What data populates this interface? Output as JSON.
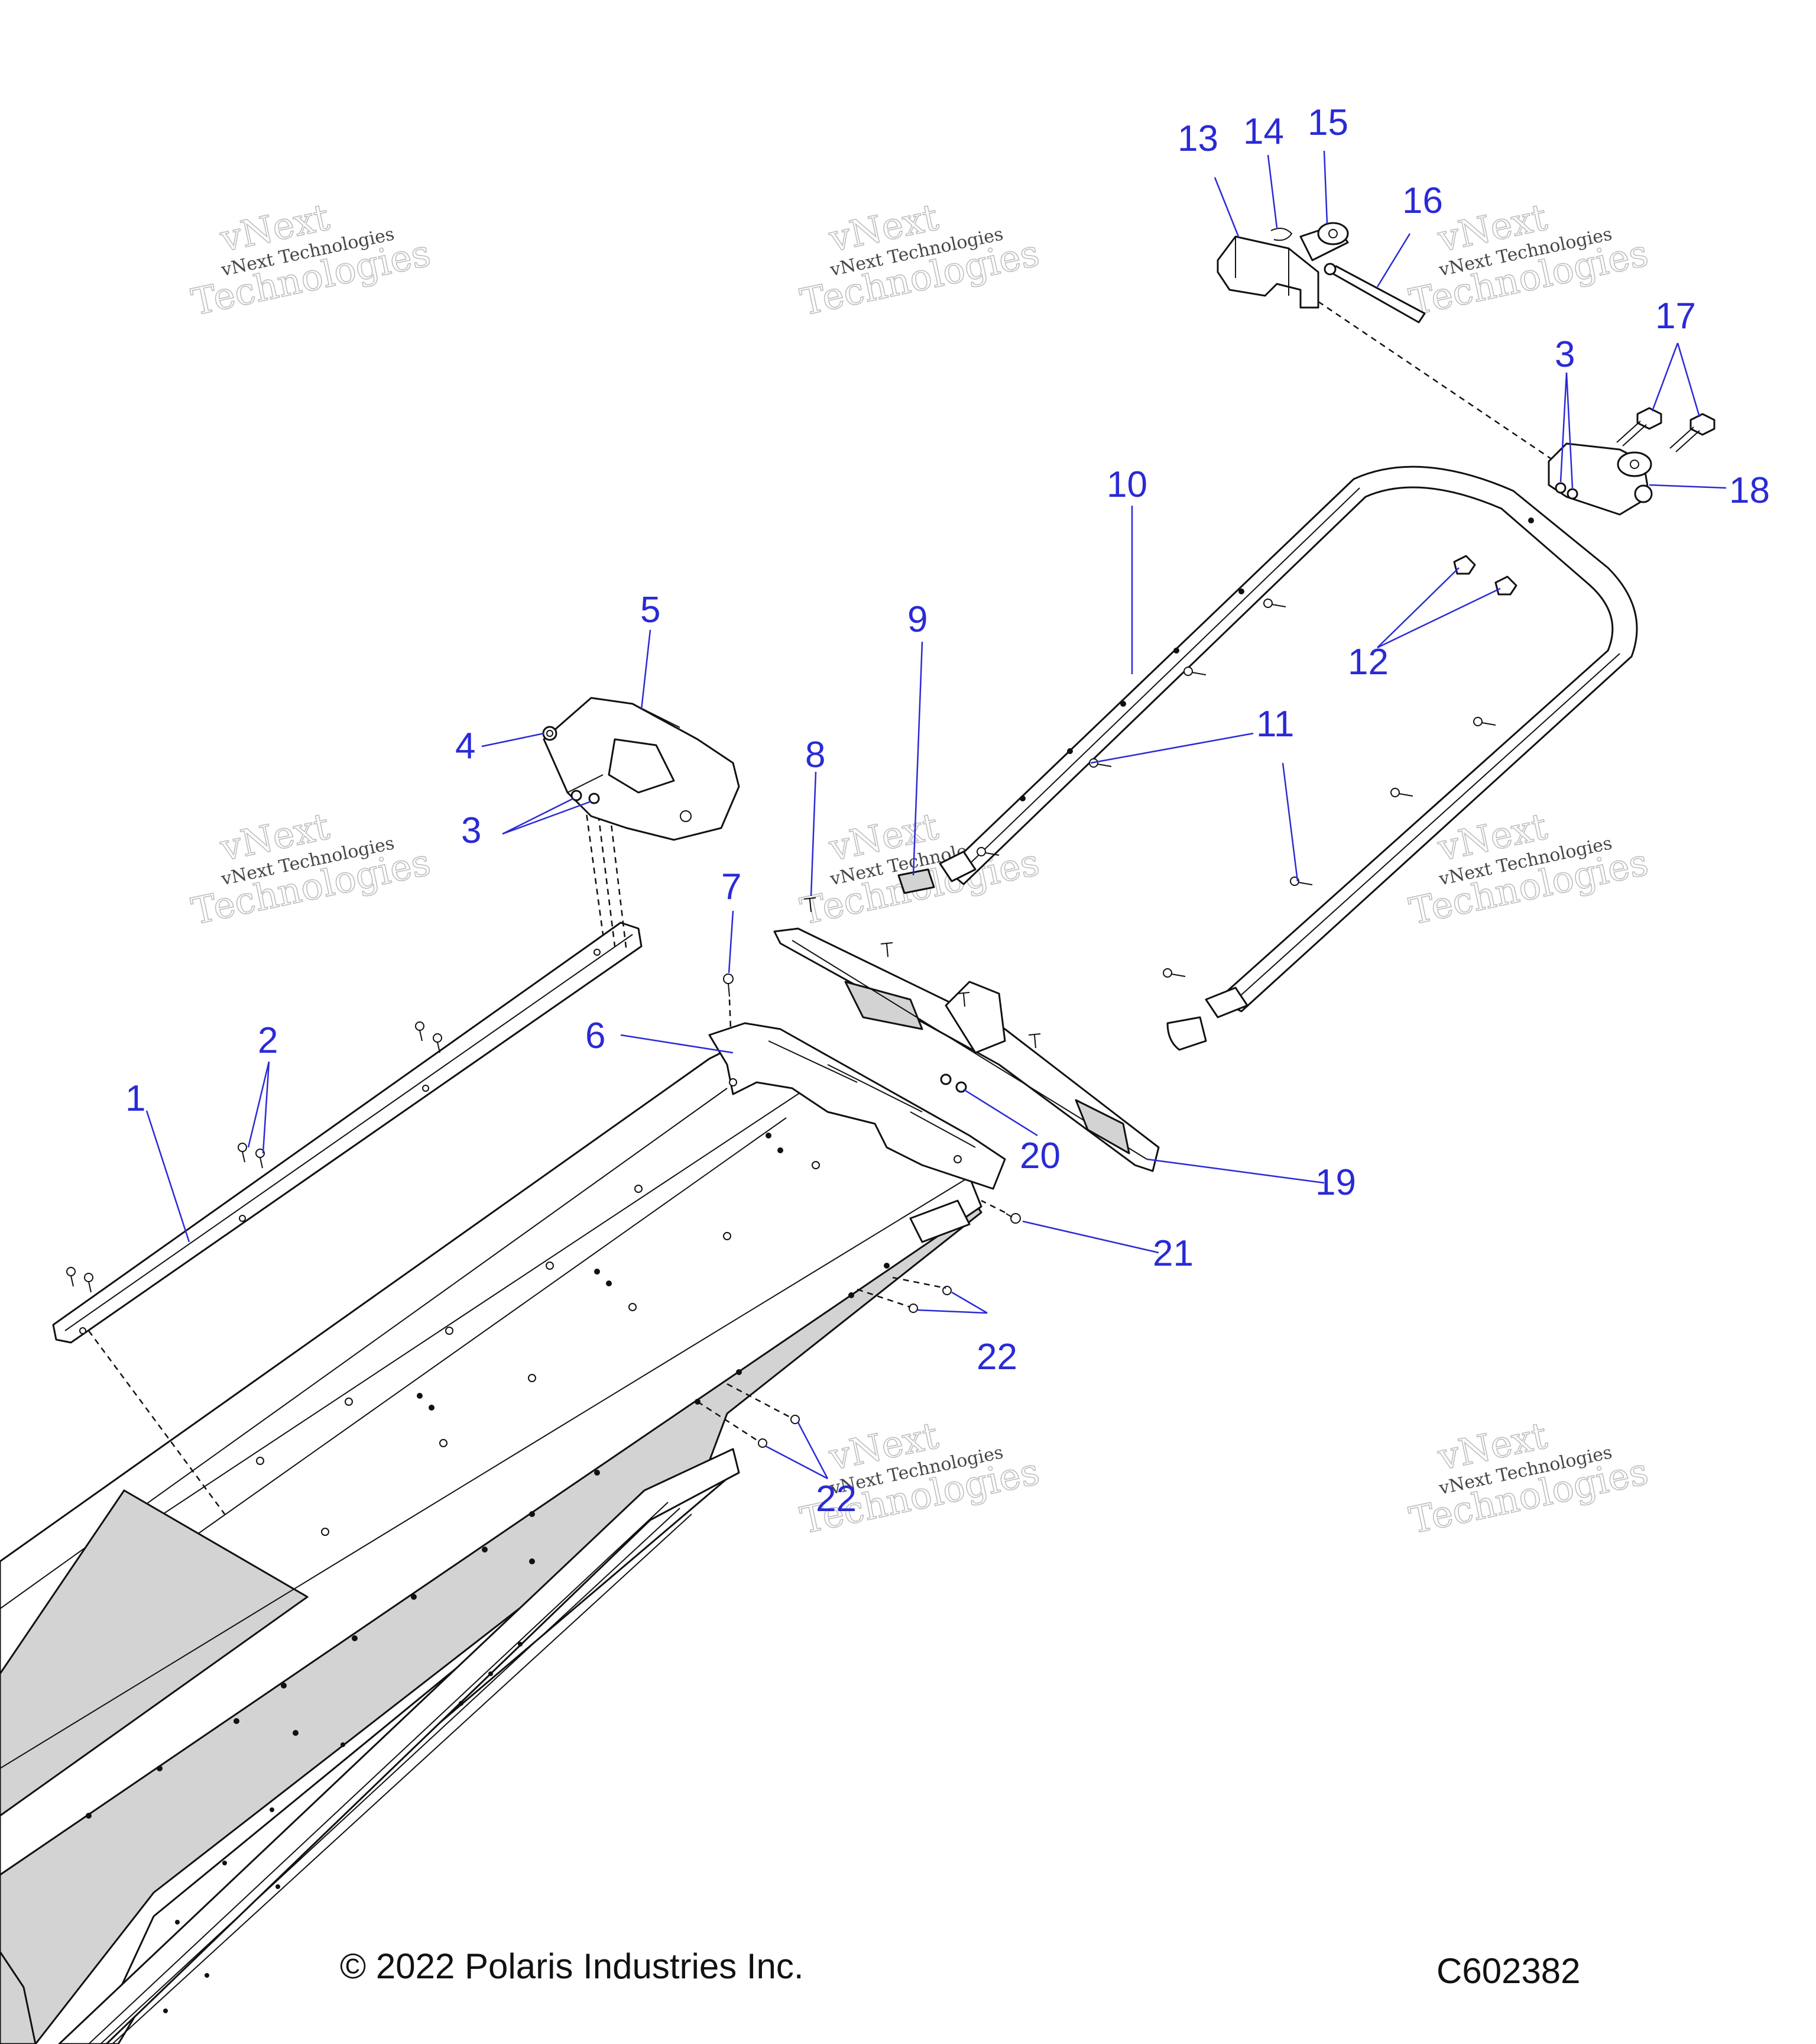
{
  "copyright": "© 2022 Polaris Industries Inc.",
  "diagram_code": "C602382",
  "watermark": {
    "line_small": "vNext Technologies",
    "line_top": "vNext",
    "line_bottom": "Technologies"
  },
  "callouts": {
    "c1": "1",
    "c2": "2",
    "c3a": "3",
    "c3b": "3",
    "c4": "4",
    "c5": "5",
    "c6": "6",
    "c7": "7",
    "c8": "8",
    "c9": "9",
    "c10": "10",
    "c11": "11",
    "c12": "12",
    "c13": "13",
    "c14": "14",
    "c15": "15",
    "c16": "16",
    "c17": "17",
    "c18": "18",
    "c19": "19",
    "c20": "20",
    "c21": "21",
    "c22a": "22",
    "c22b": "22"
  },
  "colors": {
    "callout": "#2a2ad6",
    "linework": "#111111",
    "shade": "#d3d3d3"
  }
}
